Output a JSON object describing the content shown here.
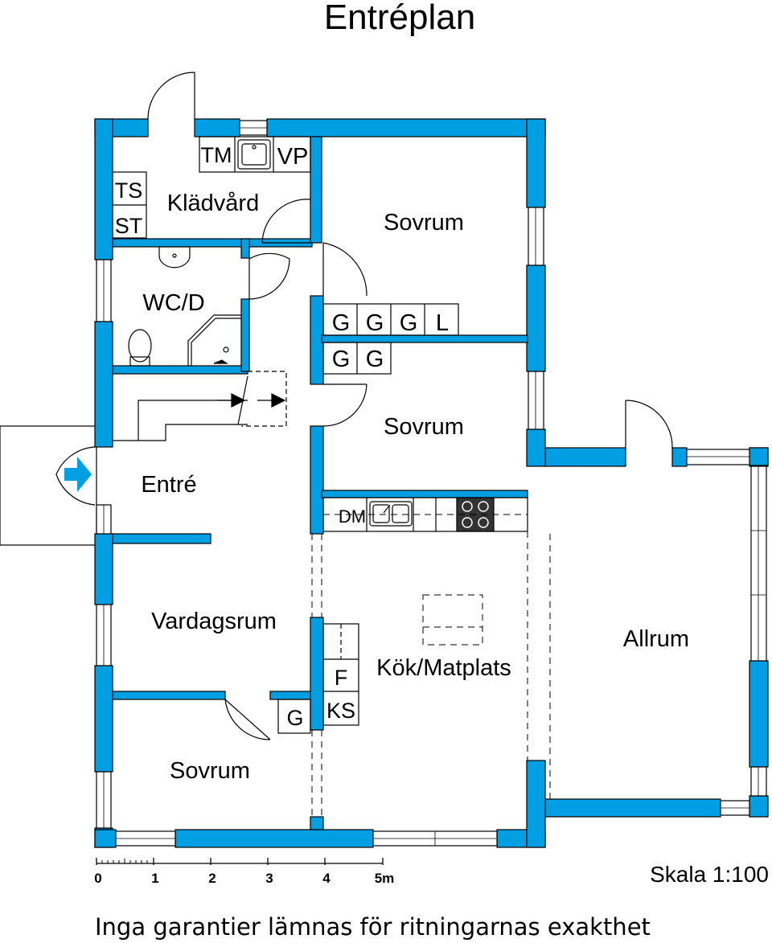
{
  "title": "Entréplan",
  "rooms": {
    "kladvard": "Klädvård",
    "wc": "WC/D",
    "sovrum_top": "Sovrum",
    "sovrum_mid": "Sovrum",
    "sovrum_bottom": "Sovrum",
    "entre": "Entré",
    "vardagsrum": "Vardagsrum",
    "kok": "Kök/Matplats",
    "allrum": "Allrum"
  },
  "fixtures": {
    "tm": "TM",
    "vp": "VP",
    "ts": "TS",
    "st": "ST",
    "g": "G",
    "l": "L",
    "dm": "DM",
    "f": "F",
    "ks": "KS"
  },
  "scale": {
    "ticks": [
      "0",
      "1",
      "2",
      "3",
      "4",
      "5m"
    ],
    "label": "Skala 1:100"
  },
  "disclaimer": "Inga garantier lämnas för ritningarnas exakthet",
  "colors": {
    "wall": "#009fe3",
    "line": "#000000",
    "fill": "#ffffff"
  }
}
